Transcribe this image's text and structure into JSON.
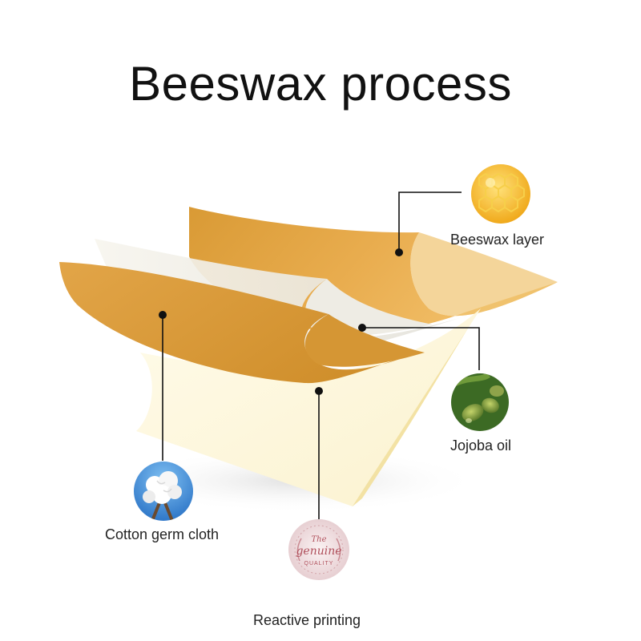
{
  "title": "Beeswax process",
  "layers": [
    {
      "label": "Beeswax layer"
    },
    {
      "label": "Jojoba oil"
    },
    {
      "label": "Cotton germ cloth"
    },
    {
      "label": "Reactive printing"
    }
  ],
  "stamp": {
    "line1": "The",
    "line2": "genuine",
    "line3": "QUALITY"
  },
  "colors": {
    "beeswax": "#e7a84a",
    "cream": "#fdf8e1",
    "jojoba": "#ecebe4",
    "leader": "#111111"
  },
  "icons": [
    "honeycomb-icon",
    "olive-icon",
    "cotton-icon",
    "genuine-quality-stamp-icon"
  ]
}
